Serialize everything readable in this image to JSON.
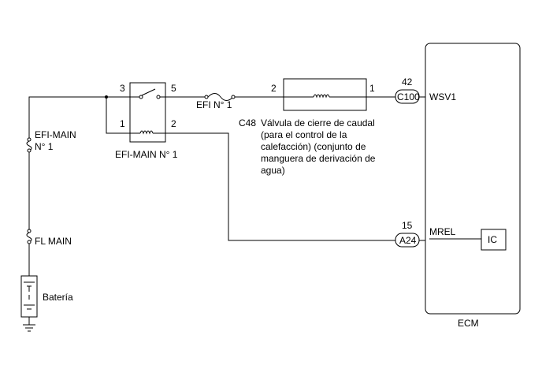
{
  "components": {
    "ecm": {
      "label": "ECM"
    },
    "ic": {
      "label": "IC"
    },
    "relay": {
      "label": "EFI-MAIN N° 1",
      "pins": {
        "p3": "3",
        "p5": "5",
        "p1": "1",
        "p2": "2"
      }
    },
    "fuse_efi1": {
      "label": "EFI N° 1"
    },
    "fuse_efimain1": {
      "label_line1": "EFI-MAIN",
      "label_line2": "N° 1"
    },
    "fuse_flmain": {
      "label": "FL MAIN"
    },
    "battery": {
      "label": "Batería"
    },
    "valve": {
      "connector": "C48",
      "pin_left": "2",
      "pin_right": "1",
      "desc_lines": [
        "Válvula de cierre de caudal",
        "(para el control de la",
        "calefacción) (conjunto de",
        "manguera de derivación de",
        "agua)"
      ]
    }
  },
  "connectors": {
    "c100": {
      "label": "C100",
      "pin": "42",
      "signal": "WSV1"
    },
    "a24": {
      "label": "A24",
      "pin": "15",
      "signal": "MREL"
    }
  }
}
